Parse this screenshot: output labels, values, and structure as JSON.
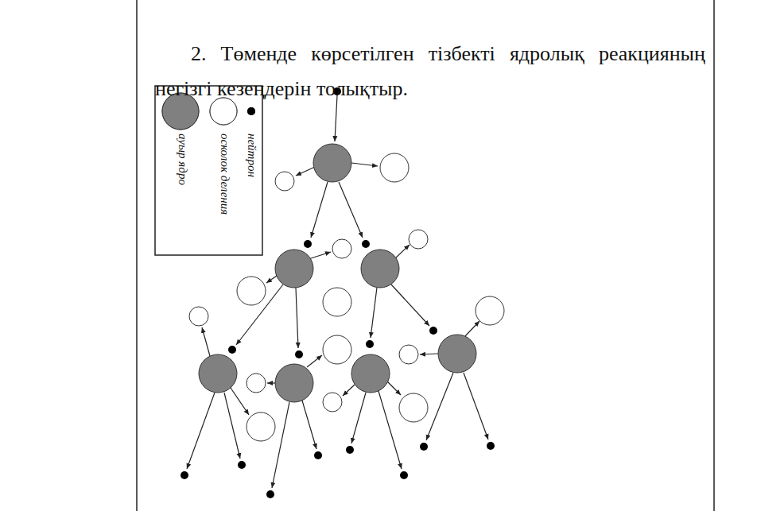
{
  "diagram": {
    "labels": [
      "2. Төменде көрсетілген тізбекті ядролық реакцияның негізгі кезеңдерін толықтыр."
    ],
    "legend": [
      {
        "text": "ауыр ядро",
        "color": "#808080"
      },
      {
        "text": "осколок деления",
        "color": "#ffffff"
      },
      {
        "text": "нейтрон",
        "color": "#000000"
      }
    ]
  }
}
